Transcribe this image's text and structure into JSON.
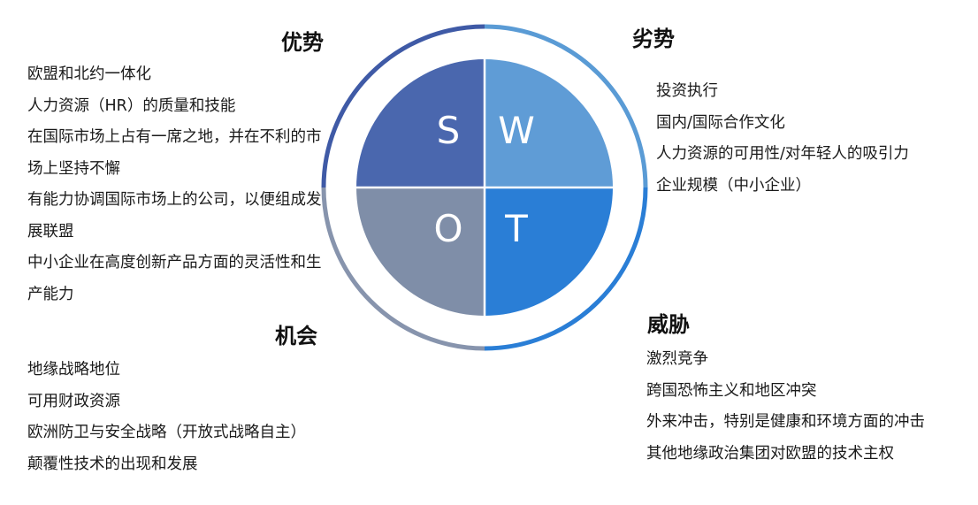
{
  "colors": {
    "strengths": "#4a67ae",
    "weaknesses": "#5f9cd6",
    "opportunities": "#7f8ea8",
    "threats": "#2a7ed6",
    "ring_top_left": "#3f5aa6",
    "ring_top_right": "#5a9bd5",
    "ring_bottom_left": "#8794ad",
    "ring_bottom_right": "#2a7ed6"
  },
  "letters": {
    "s": "S",
    "w": "W",
    "o": "O",
    "t": "T"
  },
  "strengths": {
    "title": "优势",
    "items": [
      "欧盟和北约一体化",
      "人力资源（HR）的质量和技能",
      "在国际市场上占有一席之地，并在不利的市场上坚持不懈",
      "有能力协调国际市场上的公司，以便组成发展联盟",
      "中小企业在高度创新产品方面的灵活性和生产能力"
    ]
  },
  "weaknesses": {
    "title": "劣势",
    "items": [
      "投资执行",
      "国内/国际合作文化",
      "人力资源的可用性/对年轻人的吸引力",
      "企业规模（中小企业）"
    ]
  },
  "opportunities": {
    "title": "机会",
    "items": [
      "地缘战略地位",
      "可用财政资源",
      "欧洲防卫与安全战略（开放式战略自主）",
      "颠覆性技术的出现和发展"
    ]
  },
  "threats": {
    "title": "威胁",
    "items": [
      "激烈竞争",
      "跨国恐怖主义和地区冲突",
      "外来冲击，特别是健康和环境方面的冲击",
      "其他地缘政治集团对欧盟的技术主权"
    ]
  }
}
